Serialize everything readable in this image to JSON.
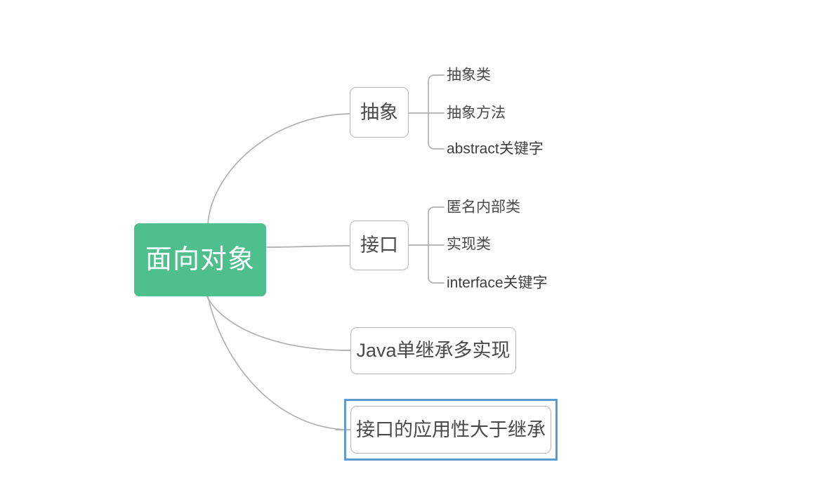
{
  "diagram": {
    "type": "mind-map",
    "background_color": "#ffffff",
    "root": {
      "label": "面向对象",
      "fill_color": "#4fc08d",
      "text_color": "#ffffff"
    },
    "branches": [
      {
        "id": "abstract",
        "label": "抽象",
        "box_color": "#b6b6b6",
        "text_color": "#4a4a4a",
        "children": [
          {
            "label": "抽象类"
          },
          {
            "label": "抽象方法"
          },
          {
            "label": "abstract关键字"
          }
        ]
      },
      {
        "id": "interface",
        "label": "接口",
        "box_color": "#b6b6b6",
        "text_color": "#4a4a4a",
        "children": [
          {
            "label": "匿名内部类"
          },
          {
            "label": "实现类"
          },
          {
            "label": "interface关键字"
          }
        ]
      },
      {
        "id": "java-inheritance",
        "label": "Java单继承多实现",
        "box_color": "#b6b6b6",
        "text_color": "#4a4a4a",
        "children": []
      },
      {
        "id": "interface-over-inheritance",
        "label": "接口的应用性大于继承",
        "box_color": "#b6b6b6",
        "text_color": "#4a4a4a",
        "selected": true,
        "selection_color": "#5b9bd5",
        "children": []
      }
    ],
    "connector_color": "#b0b0b0"
  }
}
